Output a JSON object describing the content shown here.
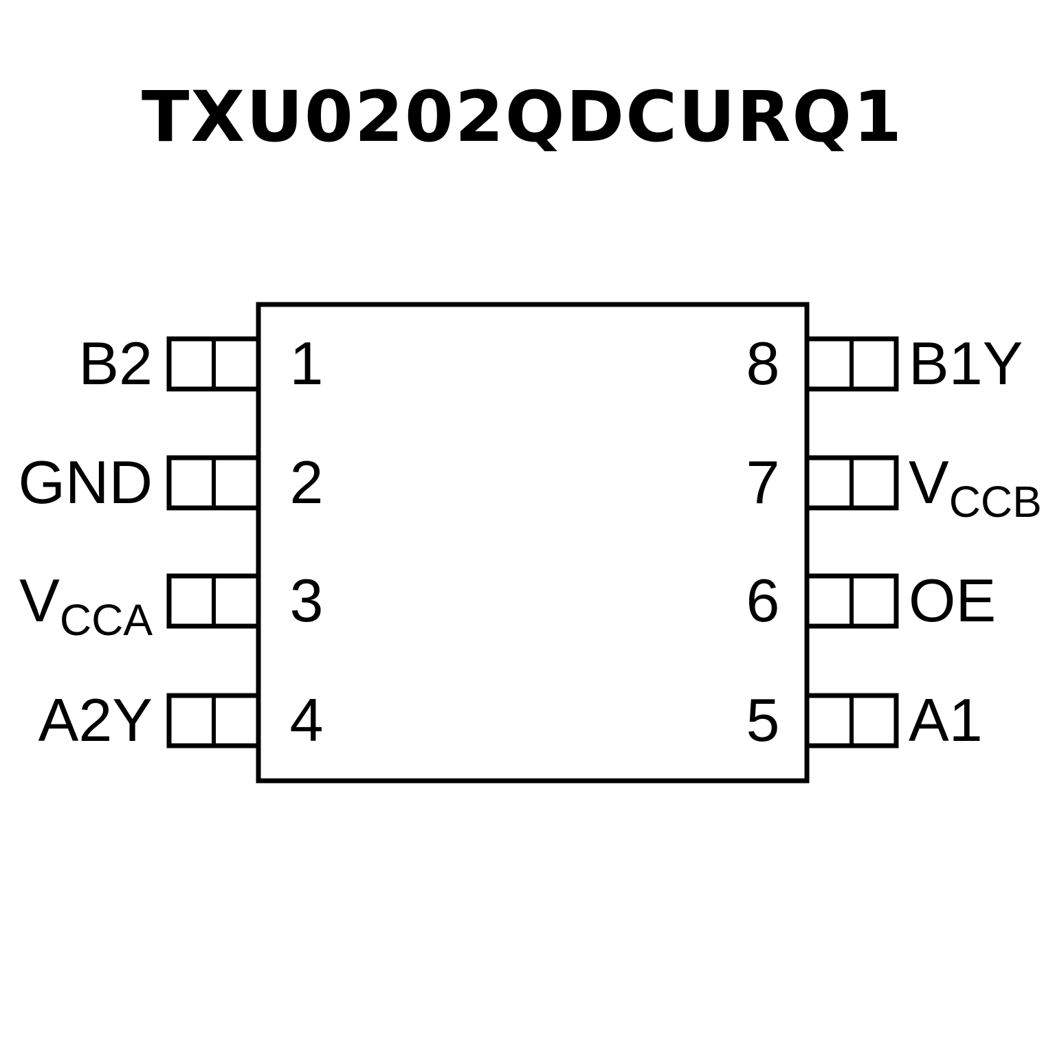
{
  "title": "TXU0202QDCURQ1",
  "pins": [
    {
      "number": "1",
      "name": "B2",
      "sub": "",
      "side": "left"
    },
    {
      "number": "2",
      "name": "GND",
      "sub": "",
      "side": "left"
    },
    {
      "number": "3",
      "name": "V",
      "sub": "CCA",
      "side": "left"
    },
    {
      "number": "4",
      "name": "A2Y",
      "sub": "",
      "side": "left"
    },
    {
      "number": "5",
      "name": "A1",
      "sub": "",
      "side": "right"
    },
    {
      "number": "6",
      "name": "OE",
      "sub": "",
      "side": "right"
    },
    {
      "number": "7",
      "name": "V",
      "sub": "CCB",
      "side": "right"
    },
    {
      "number": "8",
      "name": "B1Y",
      "sub": "",
      "side": "right"
    }
  ],
  "colors": {
    "stroke": "#000000",
    "background": "#ffffff"
  }
}
